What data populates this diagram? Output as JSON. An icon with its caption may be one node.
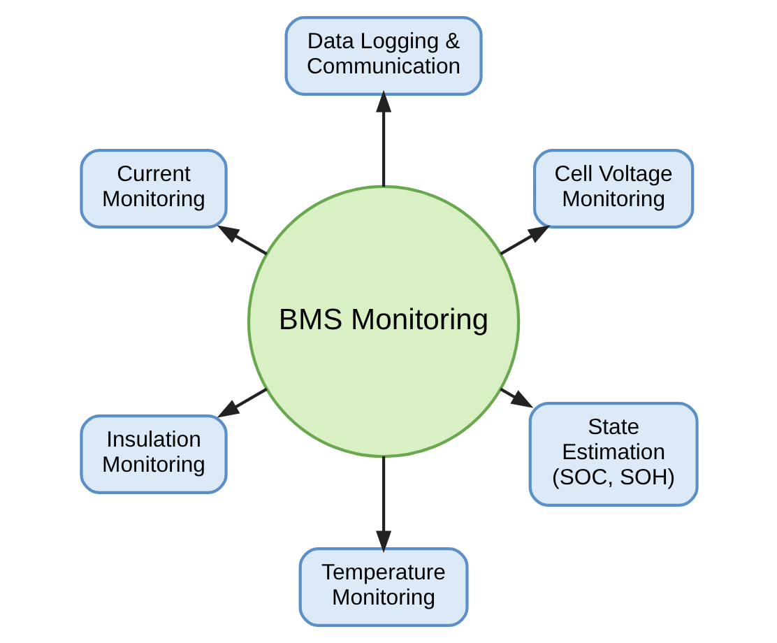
{
  "diagram": {
    "nodes": [
      {
        "text": [
          "Cell Voltage Monitoring"
        ]
      },
      {
        "text": [
          "Data Logging & Communication"
        ]
      },
      {
        "text": [
          "Current Monitoring"
        ]
      },
      {
        "text": [
          "BMS Monitoring"
        ]
      },
      {
        "text": [
          "Insulation Monitoring"
        ]
      },
      {
        "text": [
          "Temperature Monitoring"
        ]
      },
      {
        "text": [
          "State Estimation (SOC, SOH)"
        ]
      }
    ],
    "edges": [
      {
        "from": 3,
        "to": 0,
        "arrow": "to"
      },
      {
        "from": 3,
        "to": 2,
        "arrow": "to"
      },
      {
        "from": 3,
        "to": 5,
        "arrow": "to"
      },
      {
        "from": 3,
        "to": 6,
        "arrow": "to"
      },
      {
        "from": 3,
        "to": 4,
        "arrow": "to"
      },
      {
        "from": 3,
        "to": 1,
        "arrow": "to"
      }
    ]
  }
}
